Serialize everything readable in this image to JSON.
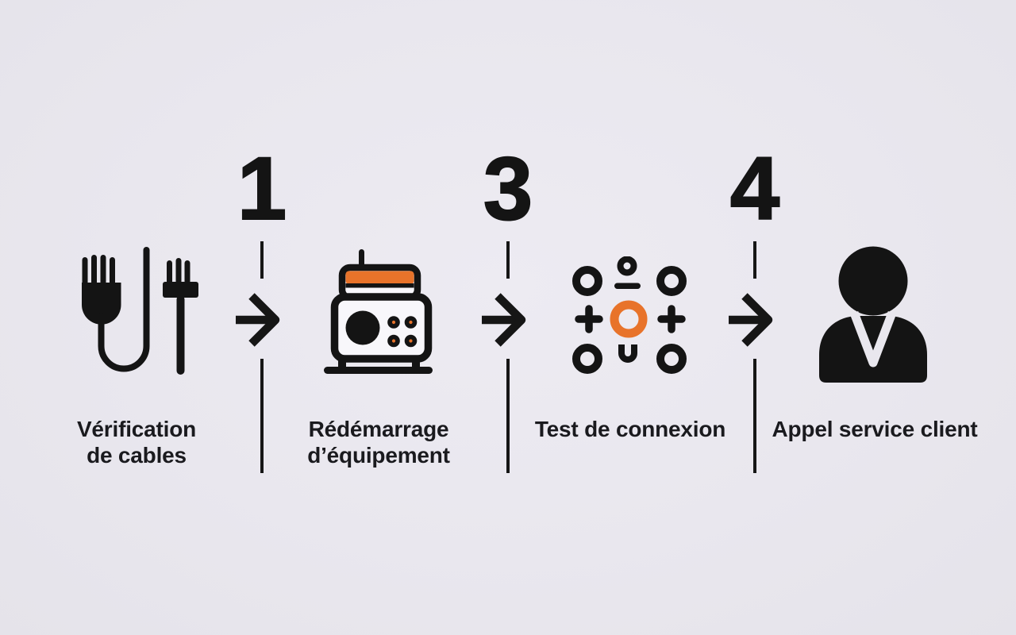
{
  "canvas": {
    "background_color": "#e9e7ee",
    "ink_color": "#151515",
    "accent_color": "#e8732a",
    "surface_color": "#f8f7fb"
  },
  "steps": [
    {
      "icon": "cables-plug-icon",
      "lines": [
        "Vérification",
        "de cables"
      ]
    },
    {
      "icon": "router-device-icon",
      "lines": [
        "Rédémarrage",
        "d’équipement"
      ]
    },
    {
      "icon": "connection-test-icon",
      "lines": [
        "Test de connexion"
      ]
    },
    {
      "icon": "support-person-icon",
      "lines": [
        "Appel service client"
      ]
    }
  ],
  "connectors": [
    {
      "number": "1",
      "icon": "arrow-right-icon"
    },
    {
      "number": "3",
      "icon": "arrow-right-icon"
    },
    {
      "number": "4",
      "icon": "arrow-right-icon"
    }
  ]
}
